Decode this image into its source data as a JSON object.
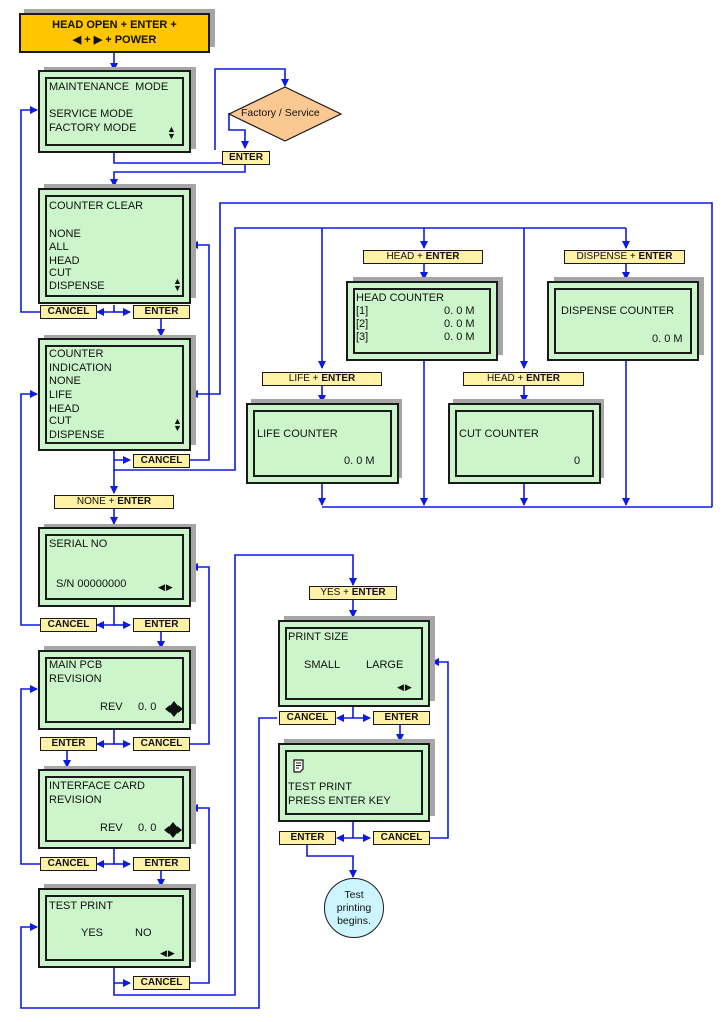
{
  "start": {
    "line1": "HEAD OPEN + ENTER +",
    "line2": "◀ + ▶ + POWER"
  },
  "decision": {
    "label": "Factory / Service"
  },
  "keys": {
    "enter": "ENTER",
    "cancel": "CANCEL",
    "plus": " + ",
    "none_prefix": "NONE",
    "head_prefix": "HEAD",
    "dispense_prefix": "DISPENSE",
    "life_prefix": "LIFE",
    "yes_prefix": "YES"
  },
  "screens": {
    "maintenance": {
      "lines": [
        "MAINTENANCE  MODE",
        "",
        "SERVICE MODE",
        "FACTORY MODE"
      ],
      "indicator": "up-down-arrows"
    },
    "counter_clear": {
      "lines": [
        "COUNTER CLEAR",
        "",
        "NONE",
        "ALL",
        "HEAD",
        "CUT",
        "DISPENSE"
      ],
      "indicator": "up-down-arrows"
    },
    "counter_indication": {
      "lines": [
        "COUNTER",
        "INDICATION",
        "NONE",
        "LIFE",
        "HEAD",
        "CUT",
        "DISPENSE"
      ],
      "indicator": "up-down-arrows"
    },
    "head_counter": {
      "title": "HEAD COUNTER",
      "rows": [
        {
          "label": "[1]",
          "value": "0. 0 M"
        },
        {
          "label": "[2]",
          "value": "0. 0 M"
        },
        {
          "label": "[3]",
          "value": "0. 0 M"
        }
      ]
    },
    "dispense_counter": {
      "title": "DISPENSE COUNTER",
      "value": "0. 0 M"
    },
    "life_counter": {
      "title": "LIFE COUNTER",
      "value": "0. 0 M"
    },
    "cut_counter": {
      "title": "CUT COUNTER",
      "value": "0"
    },
    "serial_no": {
      "title": "SERIAL NO",
      "value": "S/N 00000000",
      "indicator": "left-right-arrows"
    },
    "main_pcb": {
      "line1": "MAIN PCB",
      "line2": "REVISION",
      "rev_label": "REV",
      "rev_value": "0. 0",
      "indicator": "four-way-arrows"
    },
    "interface_card": {
      "line1": "INTERFACE CARD",
      "line2": "REVISION",
      "rev_label": "REV",
      "rev_value": "0. 0",
      "indicator": "four-way-arrows"
    },
    "test_print_select": {
      "title": "TEST PRINT",
      "option1": "YES",
      "option2": "NO",
      "indicator": "left-right-arrows"
    },
    "print_size": {
      "title": "PRINT SIZE",
      "option1": "SMALL",
      "option2": "LARGE",
      "indicator": "left-right-arrows"
    },
    "test_print_confirm": {
      "icon": "document-icon",
      "line1": "TEST PRINT",
      "line2": "PRESS ENTER KEY"
    }
  },
  "end": {
    "line1": "Test",
    "line2": "printing",
    "line3": "begins."
  },
  "colors": {
    "start_fill": "#ffc600",
    "lcd_fill": "#ccf5cc",
    "key_fill": "#fff2a6",
    "decision_fill": "#fac890",
    "end_fill": "#ccf5ff",
    "arrow": "#0d1ae0",
    "shadow": "#a6a6a6"
  }
}
